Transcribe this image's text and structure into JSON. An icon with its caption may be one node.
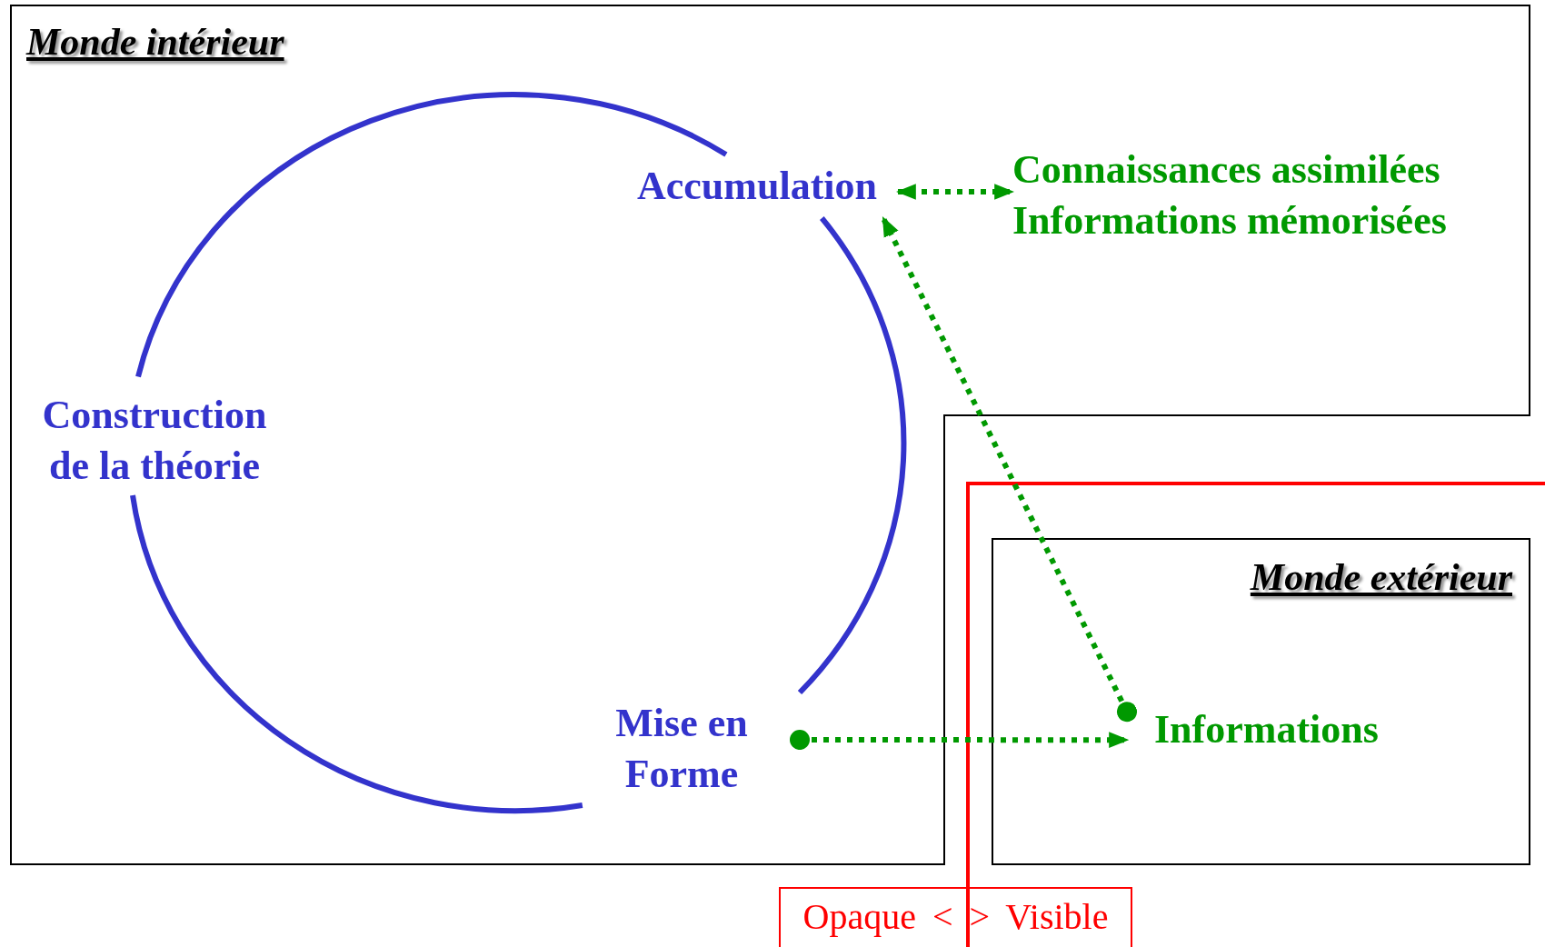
{
  "diagram": {
    "nodes": [
      {
        "text": [
          "Monde intérieur"
        ]
      },
      {
        "text": [
          "Accumulation"
        ],
        "in": 0
      },
      {
        "text": [
          "Connaissances assimilées",
          "Informations mémorisées"
        ],
        "in": 0
      },
      {
        "text": [
          "Construction de la théorie"
        ],
        "in": 0
      },
      {
        "text": [
          "Mise en Forme"
        ],
        "in": 0
      },
      {
        "text": [
          "Monde extérieur"
        ]
      },
      {
        "text": [
          "Informations"
        ],
        "in": 5
      },
      {
        "text": [
          "Opaque < > Visible"
        ]
      }
    ],
    "edges": [
      {
        "from": 3,
        "to": 1,
        "arrow": "none",
        "color": "#3333cc"
      },
      {
        "from": 1,
        "to": 4,
        "arrow": "none",
        "color": "#3333cc"
      },
      {
        "from": 4,
        "to": 3,
        "arrow": "none",
        "color": "#3333cc"
      },
      {
        "from": 1,
        "to": 2,
        "arrow": "both",
        "style": "dashed",
        "color": "#009900"
      },
      {
        "from": 6,
        "to": 1,
        "arrow": "to",
        "style": "dashed",
        "color": "#009900"
      },
      {
        "from": 4,
        "to": 6,
        "arrow": "to",
        "style": "dashed",
        "color": "#009900"
      }
    ]
  }
}
